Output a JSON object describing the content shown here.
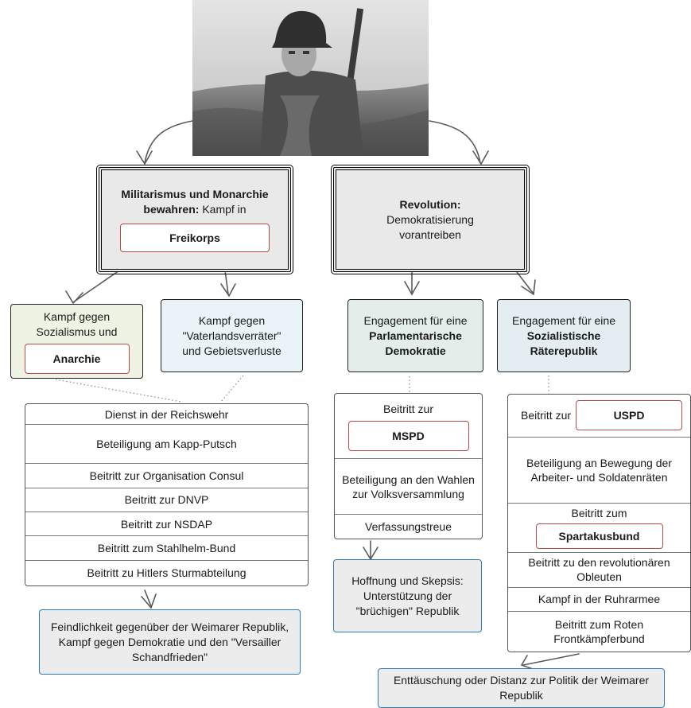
{
  "image": {
    "subject": "soldier-photo"
  },
  "left_main": {
    "title_bold": "Militarismus und Monarchie bewahren:",
    "title_rest": " Kampf in",
    "tag": "Freikorps"
  },
  "right_main": {
    "title_bold": "Revolution:",
    "subtitle": "Demokratisierung vorantreiben"
  },
  "left_sub1": {
    "text": "Kampf gegen Sozialismus und",
    "tag": "Anarchie"
  },
  "left_sub2": {
    "text": "Kampf gegen \"Vaterlandsverräter\" und Gebietsverluste"
  },
  "mid_sub": {
    "text": "Engagement für eine",
    "bold": "Parlamentarische Demokratie"
  },
  "right_sub": {
    "text": "Engagement für eine",
    "bold": "Sozialistische Räterepublik"
  },
  "left_list": [
    "Dienst in der Reichswehr",
    "Beteiligung am Kapp-Putsch",
    "Beitritt zur Organisation Consul",
    "Beitritt zur DNVP",
    "Beitritt zur NSDAP",
    "Beitritt zum Stahlhelm-Bund",
    "Beitritt zu Hitlers Sturmabteilung"
  ],
  "mid_list": {
    "join_text": "Beitritt zur",
    "join_tag": "MSPD",
    "item2": "Beteiligung an den Wahlen zur Volksversammlung",
    "item3": "Verfassungstreue"
  },
  "right_list": {
    "join_text": "Beitritt zur",
    "join_tag": "USPD",
    "item2": "Beteiligung an Bewegung der Arbeiter- und Soldatenräten",
    "join2_text": "Beitritt zum",
    "join2_tag": "Spartakusbund",
    "item4": "Beitritt zu den revolutionären Obleuten",
    "item5": "Kampf in der Ruhrarmee",
    "item6": "Beitritt zum Roten Frontkämpferbund"
  },
  "outcomes": {
    "left": "Feindlichkeit gegenüber der Weimarer Republik, Kampf gegen Demokratie und den \"Versailler Schandfrieden\"",
    "mid": "Hoffnung und Skepsis: Unterstützung der \"brüchigen\" Republik",
    "right": "Enttäuschung oder Distanz zur Politik der Weimarer Republik"
  },
  "colors": {
    "tag_border": "#b84a4a",
    "outcome_border": "#2a7bb7",
    "connector": "#555555"
  }
}
